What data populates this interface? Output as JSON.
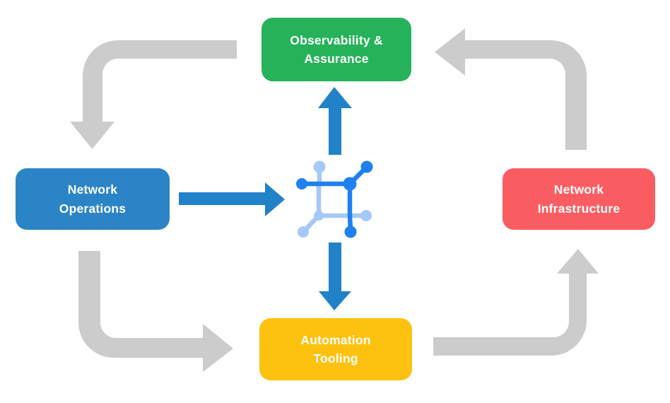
{
  "nodes": [
    {
      "id": "observability-assurance",
      "label": "Observability & Assurance",
      "color": "#25b25a"
    },
    {
      "id": "network-operations",
      "label": "Network Operations",
      "color": "#2b84c6"
    },
    {
      "id": "network-infrastructure",
      "label": "Network Infrastructure",
      "color": "#fa5d61"
    },
    {
      "id": "automation-tooling",
      "label": "Automation Tooling",
      "color": "#fdc110"
    }
  ],
  "colors": {
    "background": "#ffffff",
    "label_text": "#ffffff",
    "gray_arrow": "#cccccc",
    "blue_arrow": "#2182c8",
    "icon_dark_blue": "#1f80f0",
    "icon_light_blue": "#a5c9f6"
  },
  "center_icon": {
    "name": "network-node-icon"
  },
  "edges": [
    {
      "from": "observability-assurance",
      "to": "network-operations",
      "style": "gray-cycle"
    },
    {
      "from": "network-operations",
      "to": "automation-tooling",
      "style": "gray-cycle"
    },
    {
      "from": "automation-tooling",
      "to": "network-infrastructure",
      "style": "gray-cycle"
    },
    {
      "from": "network-infrastructure",
      "to": "observability-assurance",
      "style": "gray-cycle"
    },
    {
      "from": "network-operations",
      "to": "center-icon",
      "style": "blue"
    },
    {
      "from": "center-icon",
      "to": "observability-assurance",
      "style": "blue"
    },
    {
      "from": "center-icon",
      "to": "automation-tooling",
      "style": "blue"
    }
  ]
}
